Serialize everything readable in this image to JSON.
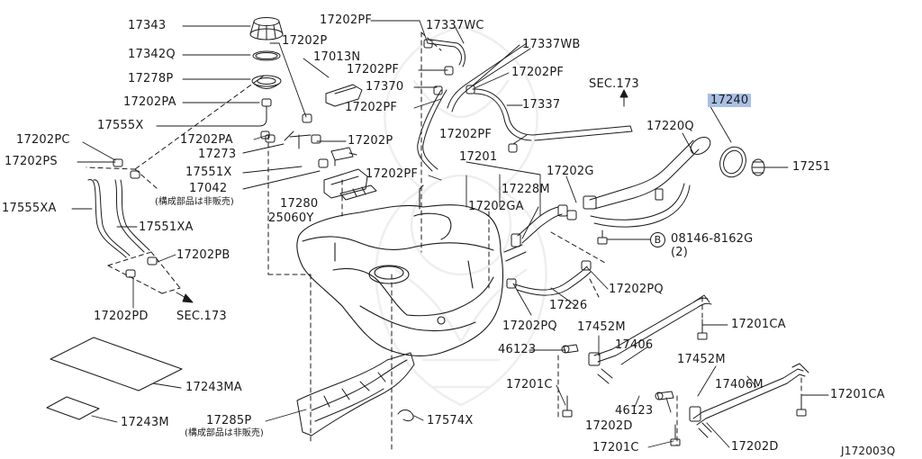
{
  "diagram": {
    "highlight_color": "#a9bfe4",
    "line_color": "#1a1a1a",
    "labels": {
      "p17343": "17343",
      "p17342Q": "17342Q",
      "p17278P": "17278P",
      "p17202PA_1": "17202PA",
      "p17555X": "17555X",
      "p17202PC": "17202PC",
      "p17202PS": "17202PS",
      "p17555XA": "17555XA",
      "p17551XA": "17551XA",
      "p17202PB": "17202PB",
      "p17202PD": "17202PD",
      "sec173_left": "SEC.173",
      "p17202P_1": "17202P",
      "p17013N": "17013N",
      "p17202PA_2": "17202PA",
      "p17273": "17273",
      "p17551X": "17551X",
      "p17042": "17042",
      "not_sold_1": "(構成部品は非販売)",
      "p17202PF_1": "17202PF",
      "p17337WC": "17337WC",
      "p17202PF_2": "17202PF",
      "p17370": "17370",
      "p17202PF_3": "17202PF",
      "p17337WB": "17337WB",
      "p17202PF_4": "17202PF",
      "p17337": "17337",
      "sec173_right": "SEC.173",
      "p17202P_2": "17202P",
      "p17202PF_5": "17202PF",
      "p17202PF_6": "17202PF",
      "p17280": "17280",
      "p25060Y": "25060Y",
      "p17201": "17201",
      "p17228M": "17228M",
      "p17202G": "17202G",
      "p17202GA": "17202GA",
      "p17240": "17240",
      "p17220Q": "17220Q",
      "p17251": "17251",
      "bolt_circle": "B",
      "p08146": "08146-8162G",
      "qty2": "(2)",
      "p17202PQ_1": "17202PQ",
      "p17226": "17226",
      "p17202PQ_2": "17202PQ",
      "p17452M_1": "17452M",
      "p17201CA_1": "17201CA",
      "p46123_1": "46123",
      "p17406": "17406",
      "p17452M_2": "17452M",
      "p17201C_1": "17201C",
      "p17406M": "17406M",
      "p17201CA_2": "17201CA",
      "p17202D_1": "17202D",
      "p46123_2": "46123",
      "p17201C_2": "17201C",
      "p17202D_2": "17202D",
      "p17243MA": "17243MA",
      "p17243M": "17243M",
      "p17285P": "17285P",
      "not_sold_2": "(構成部品は非販売)",
      "p17574X": "17574X",
      "drawing_ref": "J172003Q"
    }
  }
}
